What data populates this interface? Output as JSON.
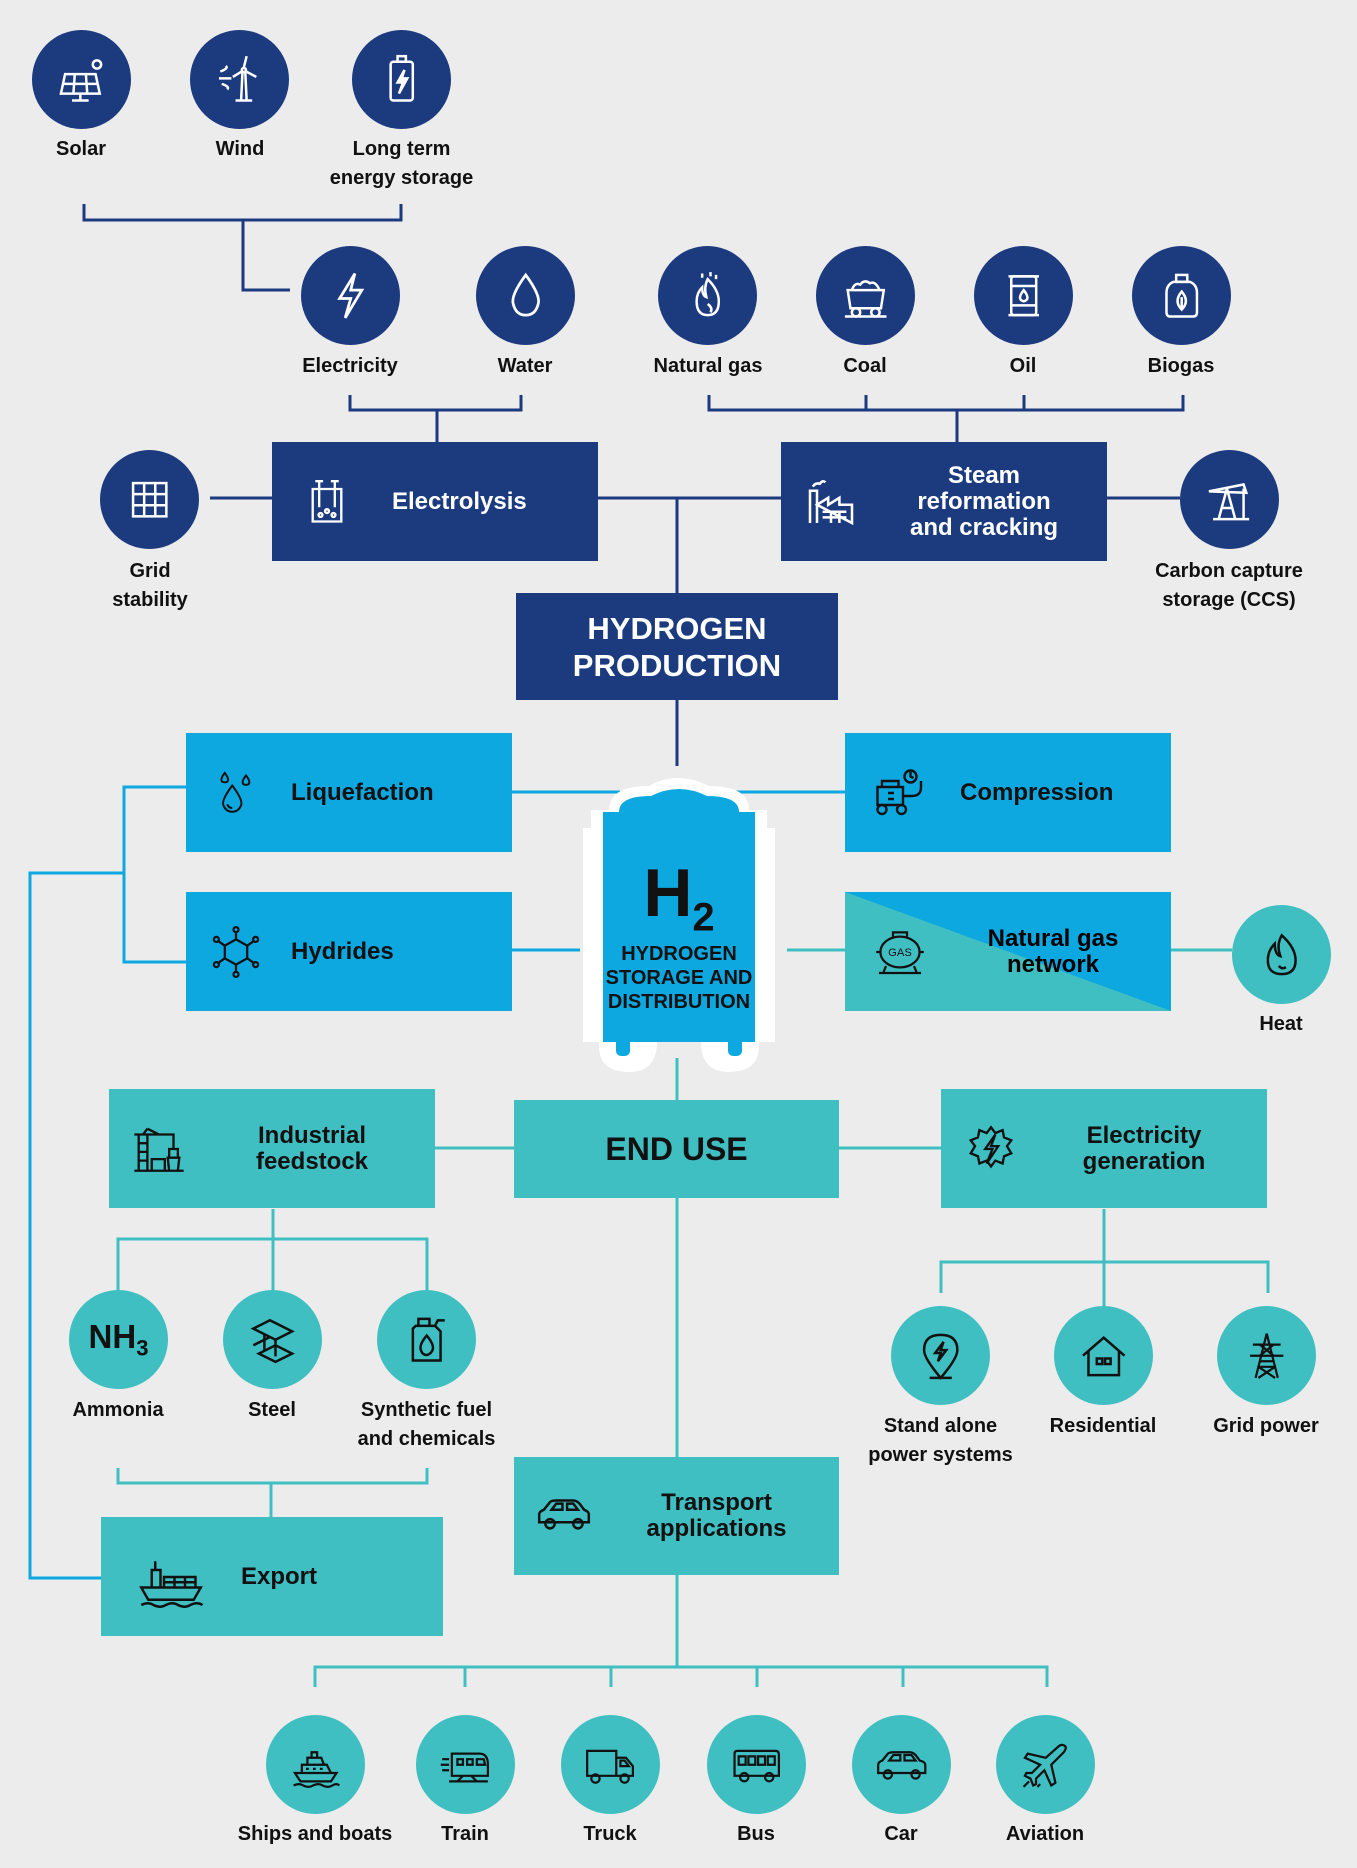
{
  "colors": {
    "navy": "#1c3a7e",
    "blue": "#0da8e0",
    "teal": "#3fbfc1",
    "background": "#ececec"
  },
  "sources": {
    "solar": {
      "label": "Solar",
      "icon": "solar-panel-icon"
    },
    "wind": {
      "label": "Wind",
      "icon": "wind-turbine-icon"
    },
    "storage": {
      "label_line1": "Long term",
      "label_line2": "energy storage",
      "icon": "battery-icon"
    }
  },
  "inputs": {
    "electricity": {
      "label": "Electricity",
      "icon": "lightning-icon"
    },
    "water": {
      "label": "Water",
      "icon": "water-drop-icon"
    },
    "natural_gas": {
      "label": "Natural gas",
      "icon": "flame-icon"
    },
    "coal": {
      "label": "Coal",
      "icon": "coal-cart-icon"
    },
    "oil": {
      "label": "Oil",
      "icon": "oil-barrel-icon"
    },
    "biogas": {
      "label": "Biogas",
      "icon": "gas-cylinder-icon"
    }
  },
  "production": {
    "electrolysis": {
      "label": "Electrolysis",
      "icon": "electrolyser-icon"
    },
    "steam": {
      "label_line1": "Steam",
      "label_line2": "reformation",
      "label_line3": "and cracking",
      "icon": "factory-icon"
    },
    "grid_stability": {
      "label_line1": "Grid",
      "label_line2": "stability",
      "icon": "grid-icon"
    },
    "ccs": {
      "label_line1": "Carbon capture",
      "label_line2": "storage (CCS)",
      "icon": "pump-jack-icon"
    },
    "title_line1": "HYDROGEN",
    "title_line2": "PRODUCTION"
  },
  "storage": {
    "liquefaction": {
      "label": "Liquefaction",
      "icon": "droplets-icon"
    },
    "hydrides": {
      "label": "Hydrides",
      "icon": "molecule-icon"
    },
    "compression": {
      "label": "Compression",
      "icon": "compressor-icon"
    },
    "gas_network": {
      "label_line1": "Natural gas",
      "label_line2": "network",
      "icon": "gas-tank-icon",
      "icon_text": "GAS"
    },
    "heat": {
      "label": "Heat",
      "icon": "flame-icon"
    },
    "h2": {
      "symbol": "H",
      "subscript": "2",
      "line1": "HYDROGEN",
      "line2": "STORAGE AND",
      "line3": "DISTRIBUTION"
    }
  },
  "end_use": {
    "title": "END USE",
    "industrial": {
      "label_line1": "Industrial",
      "label_line2": "feedstock",
      "icon": "crane-icon"
    },
    "electricity_gen": {
      "label_line1": "Electricity",
      "label_line2": "generation",
      "icon": "gear-lightning-icon"
    },
    "ammonia": {
      "label": "Ammonia",
      "symbol": "NH",
      "subscript": "3"
    },
    "steel": {
      "label": "Steel",
      "icon": "steel-beam-icon"
    },
    "synthetic": {
      "label_line1": "Synthetic fuel",
      "label_line2": "and chemicals",
      "icon": "fuel-can-icon"
    },
    "standalone": {
      "label_line1": "Stand alone",
      "label_line2": "power systems",
      "icon": "location-pin-icon"
    },
    "residential": {
      "label": "Residential",
      "icon": "house-icon"
    },
    "grid_power": {
      "label": "Grid power",
      "icon": "pylon-icon"
    },
    "export": {
      "label": "Export",
      "icon": "cargo-ship-icon"
    },
    "transport": {
      "label_line1": "Transport",
      "label_line2": "applications",
      "icon": "car-icon"
    }
  },
  "transport_modes": [
    {
      "label": "Ships and boats",
      "icon": "ship-icon"
    },
    {
      "label": "Train",
      "icon": "train-icon"
    },
    {
      "label": "Truck",
      "icon": "truck-icon"
    },
    {
      "label": "Bus",
      "icon": "bus-icon"
    },
    {
      "label": "Car",
      "icon": "car-icon"
    },
    {
      "label": "Aviation",
      "icon": "airplane-icon"
    }
  ]
}
